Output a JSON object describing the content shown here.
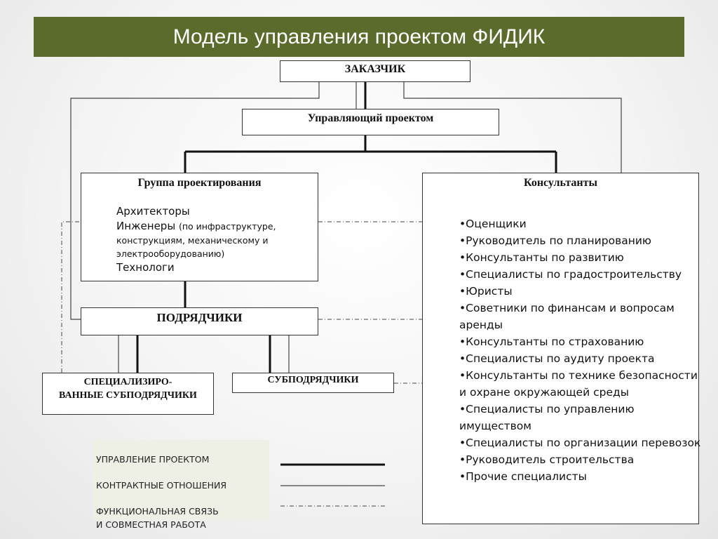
{
  "title": "Модель управления проектом ФИДИК",
  "boxes": {
    "customer": "ЗАКАЗЧИК",
    "manager": "Управляющий проектом",
    "design_group": {
      "title": "Группа проектирования",
      "architects": "Архитекторы",
      "engineers": "Инженеры",
      "engineers_note_1": "(по инфраструктуре,",
      "engineers_note_2": "конструкциям, механическому и",
      "engineers_note_3": "электрооборудованию)",
      "technologists": "Технологи"
    },
    "consultants": {
      "title": "Консультанты",
      "items": [
        "Оценщики",
        "Руководитель по планированию",
        "Консультанты по развитию",
        "Специалисты по градостроительству",
        "Юристы",
        "Советники по финансам и вопросам аренды",
        "Консультанты по страхованию",
        "Специалисты по аудиту проекта",
        "Консультанты по технике безопасности и охране окружающей среды",
        "Специалисты по управлению имуществом",
        "Специалисты по организации перевозок",
        "Руководитель строительства",
        "Прочие специалисты"
      ]
    },
    "contractors": "ПОДРЯДЧИКИ",
    "specialized_line1": "СПЕЦИАЛИЗИРО-",
    "specialized_line2": "ВАННЫЕ СУБПОДРЯДЧИКИ",
    "subcontractors": "СУБПОДРЯДЧИКИ"
  },
  "legend": {
    "management": "УПРАВЛЕНИЕ ПРОЕКТОМ",
    "contract": "КОНТРАКТНЫЕ ОТНОШЕНИЯ",
    "functional_line1": "ФУНКЦИОНАЛЬНАЯ СВЯЗЬ",
    "functional_line2": "И СОВМЕСТНАЯ РАБОТА"
  },
  "colors": {
    "title_bar": "#5a6b2c",
    "title_text": "#ffffff",
    "box_border": "#333333",
    "legend_bg": "#eef0e6"
  }
}
